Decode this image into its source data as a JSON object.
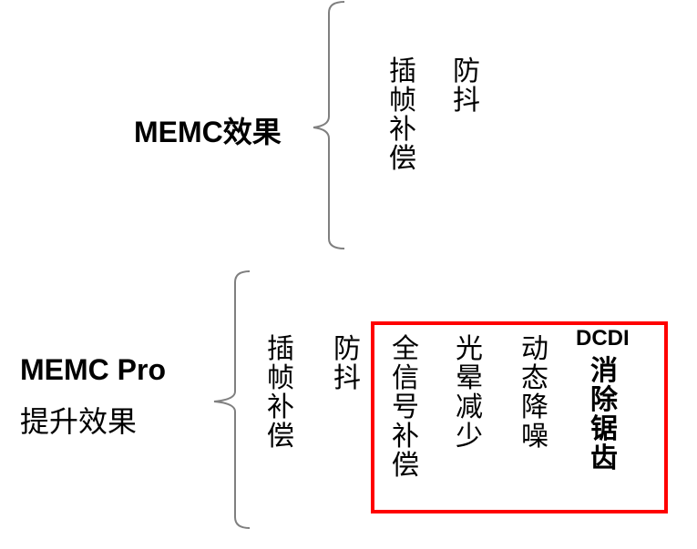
{
  "top_group": {
    "title": "MEMC效果",
    "items": [
      "插帧补偿",
      "防抖"
    ]
  },
  "bottom_group": {
    "title_line1": "MEMC Pro",
    "title_line2": "提升效果",
    "items": [
      "插帧补偿",
      "防抖"
    ],
    "highlighted_items": [
      "全信号补偿",
      "光晕减少",
      "动态降噪"
    ],
    "dcdi_label": "DCDI",
    "dcdi_item": "消除锯齿"
  },
  "colors": {
    "highlight_border": "#ff0000",
    "brace": "#7f7f7f"
  }
}
